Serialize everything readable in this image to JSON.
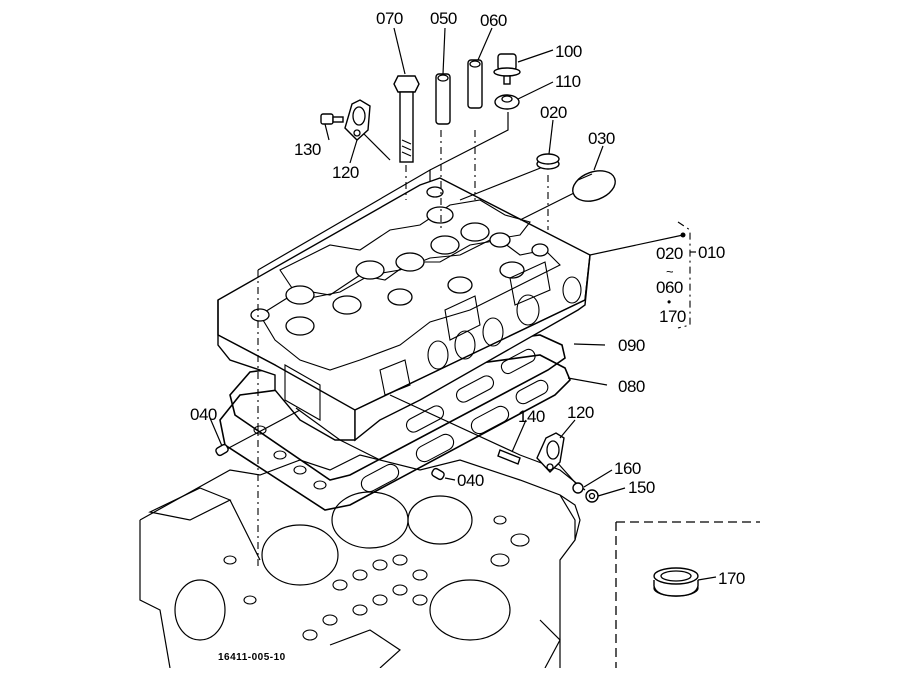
{
  "diagram": {
    "title": "Cylinder head exploded parts diagram",
    "figure_code": "16411-005-10",
    "callouts": [
      {
        "id": "c070",
        "label": "070",
        "part": "head bolt"
      },
      {
        "id": "c050",
        "label": "050",
        "part": "valve guide (intake)"
      },
      {
        "id": "c060",
        "label": "060",
        "part": "valve guide (exhaust)"
      },
      {
        "id": "c100",
        "label": "100",
        "part": "plug bolt"
      },
      {
        "id": "c110",
        "label": "110",
        "part": "gasket washer"
      },
      {
        "id": "c020",
        "label": "020",
        "part": "plug ring"
      },
      {
        "id": "c030",
        "label": "030",
        "part": "cap plug"
      },
      {
        "id": "c130",
        "label": "130",
        "part": "bolt"
      },
      {
        "id": "c120a",
        "label": "120",
        "part": "hanger"
      },
      {
        "id": "c090",
        "label": "090",
        "part": "head gasket"
      },
      {
        "id": "c080",
        "label": "080",
        "part": "head gasket"
      },
      {
        "id": "c040a",
        "label": "040",
        "part": "pin"
      },
      {
        "id": "c040b",
        "label": "040",
        "part": "pin"
      },
      {
        "id": "c140",
        "label": "140",
        "part": "stud"
      },
      {
        "id": "c120b",
        "label": "120",
        "part": "hanger"
      },
      {
        "id": "c160",
        "label": "160",
        "part": "washer"
      },
      {
        "id": "c150",
        "label": "150",
        "part": "nut"
      },
      {
        "id": "c170",
        "label": "170",
        "part": "valve seat ring"
      }
    ],
    "assembly_group": {
      "parent_label": "010",
      "range_start": "020",
      "range_tilde": "~",
      "range_end": "060",
      "extra_dot": "•",
      "extra_label": "170"
    }
  }
}
